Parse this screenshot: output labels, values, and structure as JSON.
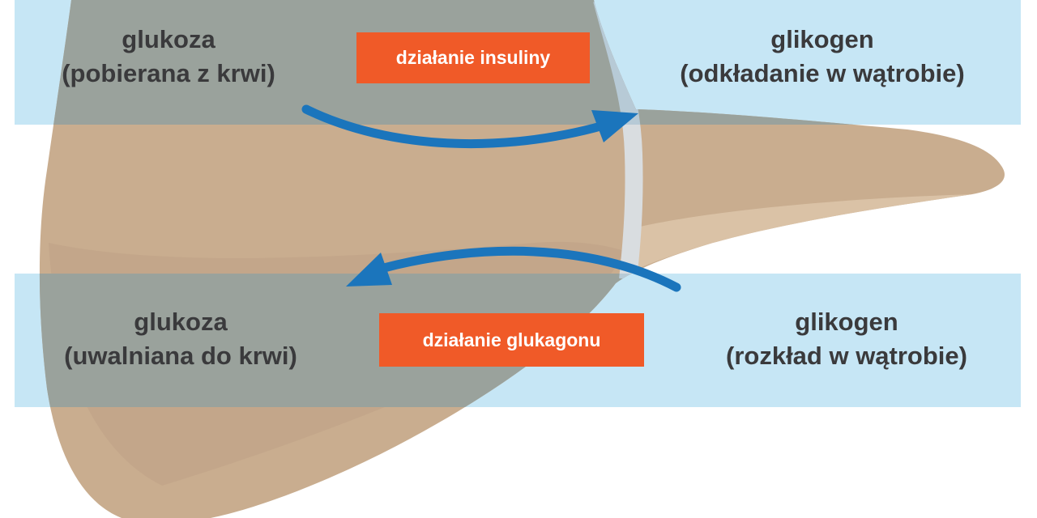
{
  "colors": {
    "background": "#ffffff",
    "band": "#c6e6f5",
    "liver": "#c9ad8f",
    "liver_overlay": "#9aa29c",
    "arrow": "#1b75bc",
    "tag": "#f05a28",
    "text": "#3a3a3c"
  },
  "top": {
    "left_label": {
      "line1": "glukoza",
      "line2": "(pobierana z krwi)"
    },
    "right_label": {
      "line1": "glikogen",
      "line2": "(odkładanie w wątrobie)"
    },
    "tag": "działanie insuliny"
  },
  "bottom": {
    "left_label": {
      "line1": "glukoza",
      "line2": "(uwalniana do krwi)"
    },
    "right_label": {
      "line1": "glikogen",
      "line2": "(rozkład w wątrobie)"
    },
    "tag": "działanie glukagonu"
  },
  "icons": {
    "liver": "liver-icon",
    "arrow_top": "right-arrow-icon",
    "arrow_bottom": "left-arrow-icon"
  }
}
